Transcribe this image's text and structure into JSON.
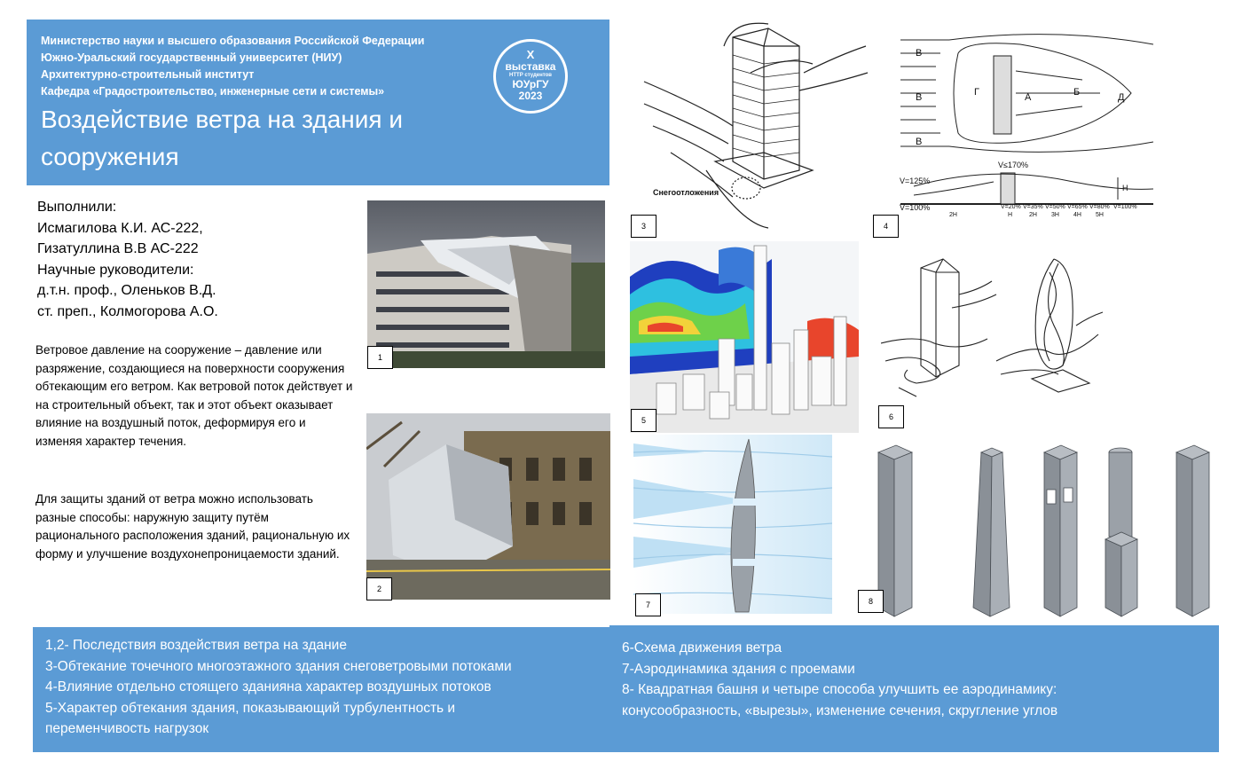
{
  "header": {
    "institution_lines": [
      "Министерство науки и высшего образования Российской Федерации",
      "Южно-Уральский государственный университет (НИУ)",
      "Архитектурно-строительный институт",
      "Кафедра «Градостроительство, инженерные сети и системы»"
    ],
    "title_line1": "Воздействие ветра на здания и",
    "title_line2": "сооружения"
  },
  "badge": {
    "line1": "X",
    "line2": "выставка",
    "line3": "НТТР студентов",
    "line4": "ЮУрГУ",
    "line5": "2023"
  },
  "authors": [
    "Выполнили:",
    "Исмагилова К.И. АС-222,",
    "Гизатуллина В.В АС-222",
    "Научные руководители:",
    "д.т.н. проф., Оленьков В.Д.",
    "ст. преп., Колмогорова А.О."
  ],
  "text": {
    "paragraph1": "Ветровое давление на сооружение – давление или разряжение, создающиеся на поверхности сооружения обтекающим его ветром. Как ветровой поток действует и на строительный объект, так и этот объект оказывает влияние на воздушный поток, деформируя его и изменяя характер течения.",
    "paragraph2": "Для защиты зданий от ветра можно использовать разные способы: наружную защиту путём рационального расположения зданий, рациональную их форму и улучшение воздухонепроницаемости зданий."
  },
  "figures": {
    "n1": "1",
    "n2": "2",
    "n3": "3",
    "n4": "4",
    "n5": "5",
    "n6": "6",
    "n7": "7",
    "n8": "8"
  },
  "diagram3": {
    "label": "Снегоотложения"
  },
  "diagram4": {
    "letters": [
      "В",
      "В",
      "В",
      "Г",
      "А",
      "Б",
      "Д"
    ],
    "v170": "V≤170%",
    "v125": "V=125%",
    "v100": "V=100%",
    "h": "H",
    "scale_labels": [
      "2H",
      "H",
      "2H",
      "3H",
      "4H",
      "5H"
    ],
    "scale_values": [
      "V=20%",
      "V=35%",
      "V=50%",
      "V=65%",
      "V=80%",
      "V=100%"
    ]
  },
  "captions": {
    "left": [
      "1,2- Последствия воздействия ветра на здание",
      "3-Обтекание точечного многоэтажного здания снеговетровыми потоками",
      "4-Влияние отдельно стоящего зданияна характер воздушных потоков",
      "5-Характер обтекания здания, показывающий турбулентность и",
      "переменчивость нагрузок"
    ],
    "right": [
      "6-Схема движения ветра",
      "7-Аэродинамика здания с проемами",
      "8- Квадратная башня и четыре способа улучшить ее аэродинамику:",
      "конусообразность, «вырезы», изменение сечения, скругление углов"
    ]
  },
  "colors": {
    "panel_blue": "#5b9bd5",
    "text_white": "#ffffff"
  }
}
